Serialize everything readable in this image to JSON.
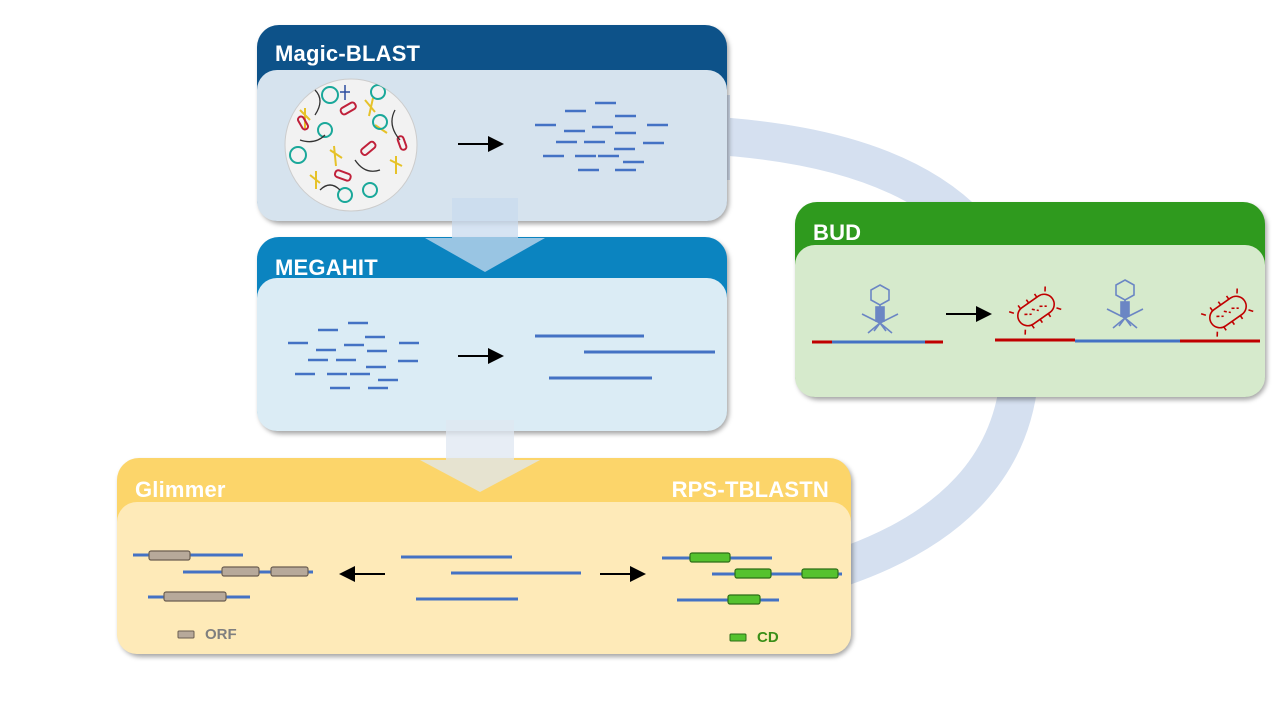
{
  "panels": {
    "magic_blast": {
      "title": "Magic-BLAST",
      "header_color": "#0d5289",
      "body_color": "#d6e3ee"
    },
    "megahit": {
      "title": "MEGAHIT",
      "header_color": "#0b84c0",
      "body_color": "#dbecf5"
    },
    "glimmer": {
      "title": "Glimmer",
      "header_color": "#fcd56a",
      "body_color": "#feeab8"
    },
    "rps_tblastn": {
      "title": "RPS-TBLASTN"
    },
    "bud": {
      "title": "BUD",
      "header_color": "#2f9a1e",
      "body_color": "#d6eacc"
    }
  },
  "legend": {
    "orf_label": "ORF",
    "cd_label": "CD"
  },
  "colors": {
    "read_blue": "#4472c4",
    "host_red": "#c00000",
    "orf_gray": "#b7a99a",
    "cd_green": "#55c22e",
    "cycle_arrow": "#d5e0f0"
  }
}
